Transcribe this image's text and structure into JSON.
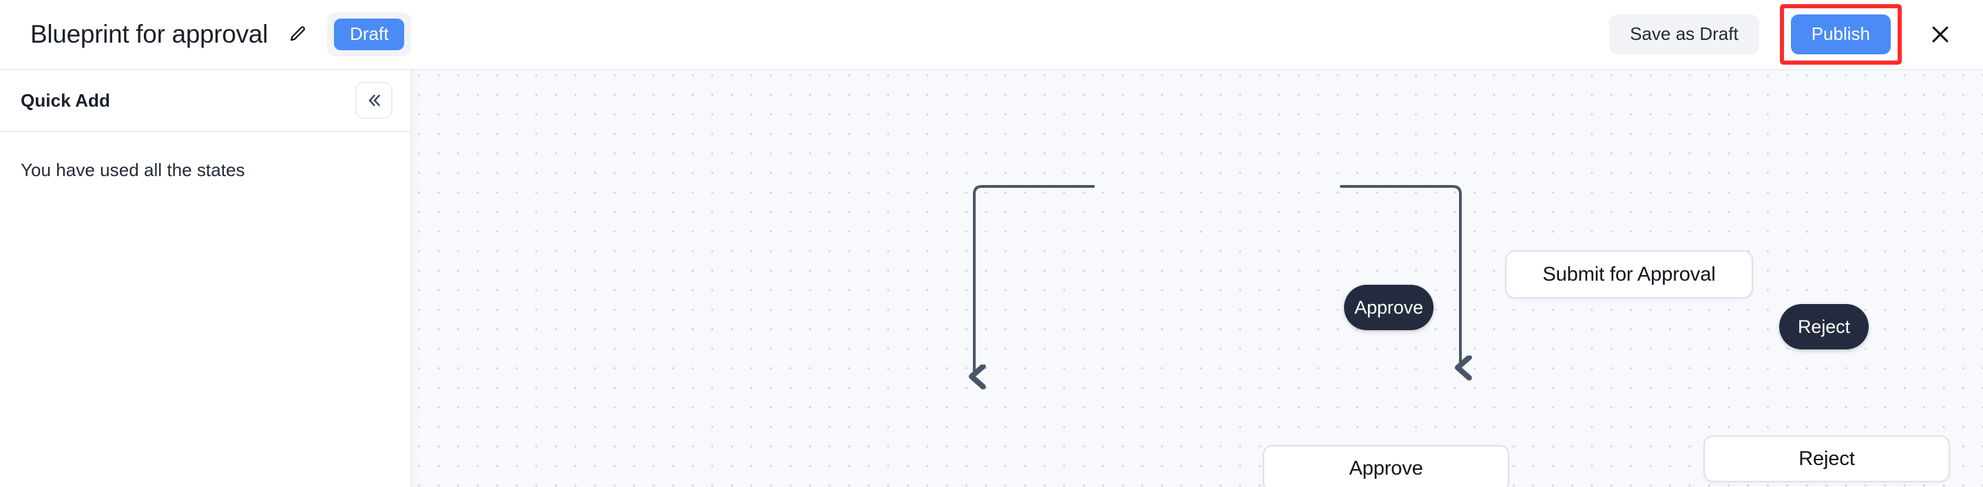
{
  "header": {
    "title": "Blueprint for approval",
    "edit_icon": "pencil-icon",
    "status_badge": "Draft",
    "save_draft_label": "Save as Draft",
    "publish_label": "Publish",
    "close_icon": "close-icon",
    "highlight_color": "#fb2c2c",
    "accent_color": "#4a8bf5"
  },
  "sidebar": {
    "title": "Quick Add",
    "collapse_icon": "chevron-double-left-icon",
    "empty_message": "You have used all the states"
  },
  "canvas": {
    "background_color": "#f8f9fc",
    "dot_color": "#d3d8e6",
    "grid_spacing": 28,
    "connector_color": "#4a5568",
    "nodes": [
      {
        "id": "submit",
        "label": "Submit for Approval",
        "type": "state"
      },
      {
        "id": "approve-transition",
        "label": "Approve",
        "type": "transition"
      },
      {
        "id": "reject-transition",
        "label": "Reject",
        "type": "transition"
      },
      {
        "id": "approve-state",
        "label": "Approve",
        "type": "state"
      },
      {
        "id": "reject-state",
        "label": "Reject",
        "type": "state"
      }
    ],
    "edges": [
      {
        "from": "submit",
        "via": "approve-transition",
        "to": "approve-state"
      },
      {
        "from": "submit",
        "via": "reject-transition",
        "to": "reject-state"
      }
    ]
  }
}
